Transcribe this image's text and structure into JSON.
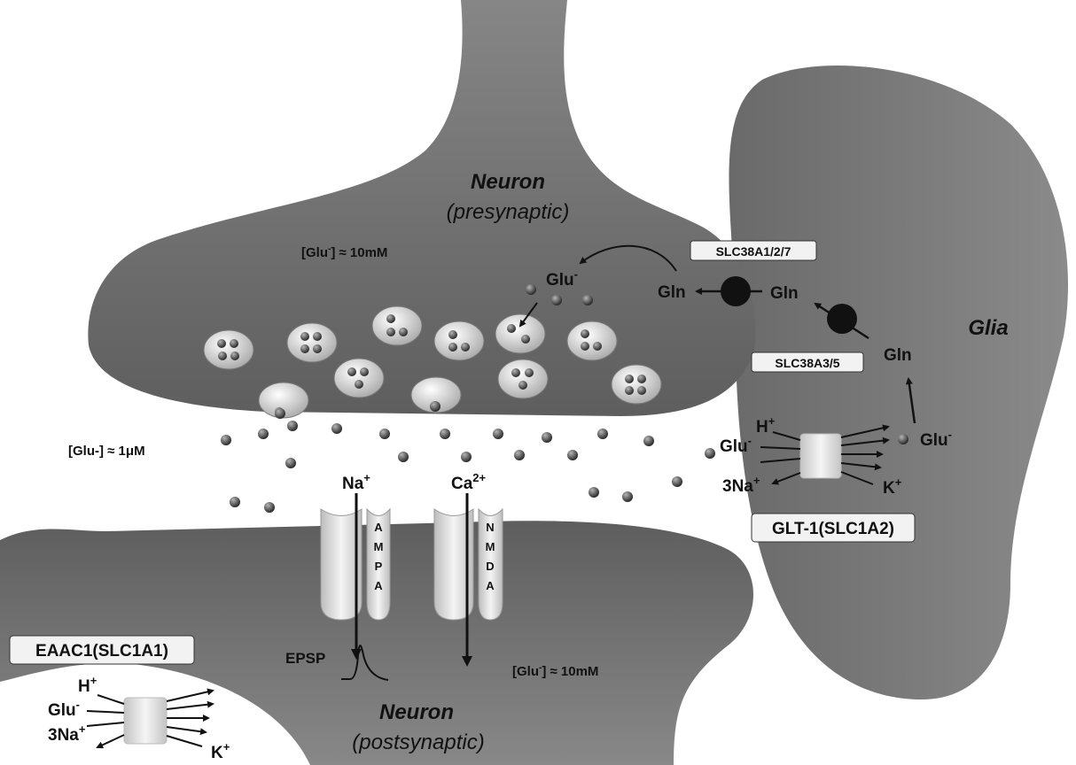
{
  "labels": {
    "neuron_pre": "Neuron",
    "neuron_pre_sub": "(presynaptic)",
    "neuron_post": "Neuron",
    "neuron_post_sub": "(postsynaptic)",
    "glia": "Glia",
    "glu_pre": "[Glu",
    "glu_pre_sup": "-",
    "glu_pre_rest": "] ≈ 10mM",
    "glu_cleft": "[Glu-] ≈ 1μM",
    "glu_post": "[Glu",
    "glu_post_sup": "-",
    "glu_post_rest": "] ≈ 10mM",
    "slc38a127": "SLC38A1/2/7",
    "slc38a35": "SLC38A3/5",
    "glt1": "GLT-1(SLC1A2)",
    "eaac1": "EAAC1(SLC1A1)",
    "gln_neuron": "Gln",
    "gln_between": "Gln",
    "gln_glia": "Gln",
    "glu_neuron": "Glu",
    "glu_neuron_sup": "-",
    "h_glt": "H",
    "h_glt_sup": "+",
    "glu_glt": "Glu",
    "glu_glt_sup": "-",
    "na_glt": "3Na",
    "na_glt_sup": "+",
    "k_glt": "K",
    "k_glt_sup": "+",
    "glu_glia_in": "Glu",
    "glu_glia_in_sup": "-",
    "na_channel": "Na",
    "na_channel_sup": "+",
    "ca_channel": "Ca",
    "ca_channel_sup": "2+",
    "ampa_letters": [
      "A",
      "M",
      "P",
      "A"
    ],
    "nmda_letters": [
      "N",
      "M",
      "D",
      "A"
    ],
    "epsp": "EPSP",
    "h_eaac": "H",
    "h_eaac_sup": "+",
    "glu_eaac": "Glu",
    "glu_eaac_sup": "-",
    "na_eaac": "3Na",
    "na_eaac_sup": "+",
    "k_eaac": "K",
    "k_eaac_sup": "+"
  },
  "colors": {
    "cell": "#6e6e6e",
    "cell_dark": "#5a5a5a",
    "vesicle": "#d0d0d0",
    "molecule": "#4a4a4a",
    "box_fill": "#f2f2f2"
  }
}
